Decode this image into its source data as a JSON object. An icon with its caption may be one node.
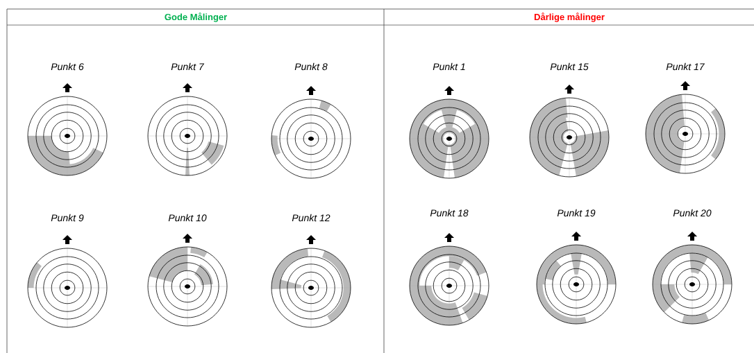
{
  "diagram": {
    "labels": [
      "Gode Målinger",
      "Dårlige målinger",
      "Punkt 6",
      "Punkt 7",
      "Punkt 8",
      "Punkt 1",
      "Punkt 15",
      "Punkt 17",
      "Punkt 9",
      "Punkt 10",
      "Punkt 12",
      "Punkt 18",
      "Punkt 19",
      "Punkt 20"
    ]
  }
}
